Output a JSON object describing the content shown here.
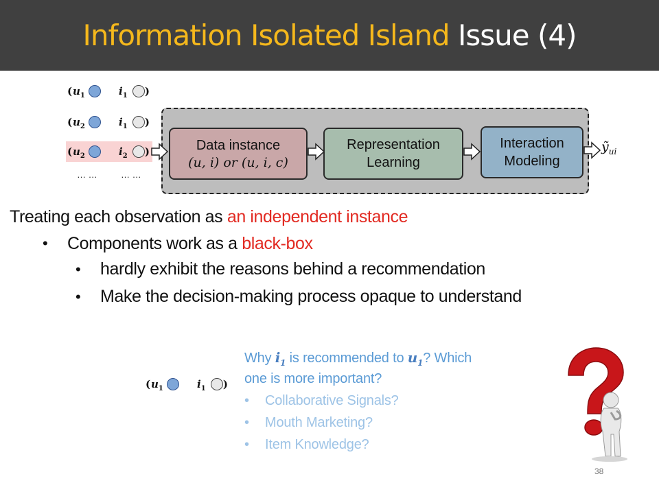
{
  "header": {
    "title_accent": "Information Isolated Island",
    "title_rest": "Issue (4)"
  },
  "inputs": {
    "rows": [
      {
        "user": "u",
        "user_sub": "1",
        "item": "i",
        "item_sub": "1"
      },
      {
        "user": "u",
        "user_sub": "2",
        "item": "i",
        "item_sub": "1"
      },
      {
        "user": "u",
        "user_sub": "2",
        "item": "i",
        "item_sub": "2"
      }
    ],
    "ellipsis_left": "… …",
    "ellipsis_right": "… …",
    "open_paren": "(",
    "close_paren": ")",
    "highlight_color": "#f9d3d3"
  },
  "pipeline": {
    "data_line1": "Data instance",
    "data_line2": "(u, i) or (u, i, c)",
    "repr_line1": "Representation",
    "repr_line2": "Learning",
    "inter_line1": "Interaction",
    "inter_line2": "Modeling",
    "output": "ỹ",
    "output_sub": "ui",
    "colors": {
      "data": "#c9a7a8",
      "repr": "#a7bdad",
      "inter": "#93b2c8",
      "frame": "#bdbdbd"
    }
  },
  "bullets": {
    "l1_pre": "Treating each observation as ",
    "l1_red": "an independent instance",
    "l2_pre": "Components work as a ",
    "l2_red": "black-box",
    "l3": "hardly exhibit the reasons behind a recommendation",
    "l4": "Make the decision-making process opaque to understand",
    "mark": "•",
    "red_color": "#e22a22"
  },
  "question": {
    "pair": {
      "user": "u",
      "user_sub": "1",
      "item": "i",
      "item_sub": "1"
    },
    "q_pre": "Why ",
    "q_item": "i",
    "q_item_sub": "1",
    "q_mid": " is recommended to ",
    "q_user": "u",
    "q_user_sub": "1",
    "q_post": "? Which",
    "q_line2": "one is more important?",
    "options": [
      "Collaborative Signals?",
      "Mouth Marketing?",
      "Item Knowledge?"
    ],
    "option_mark": "•",
    "color": "#5b9bd5",
    "option_color": "#9dc3e6"
  },
  "figure_icon": "question-mark-person-icon",
  "page_number": "38"
}
